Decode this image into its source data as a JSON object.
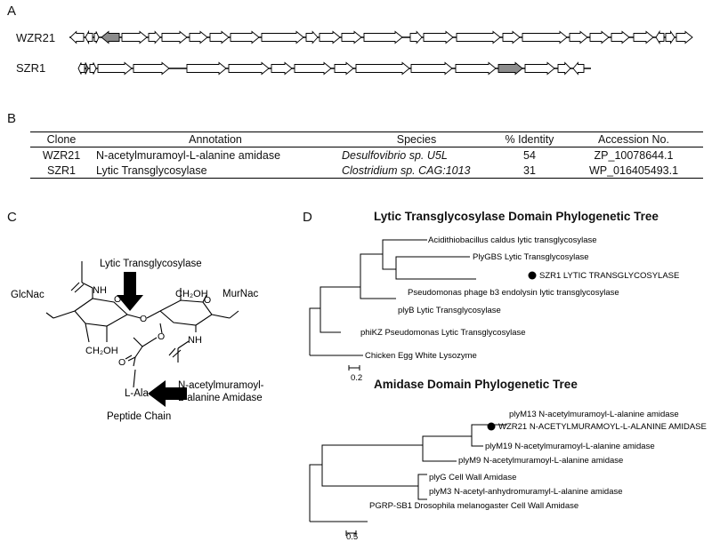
{
  "panels": {
    "a": "A",
    "b": "B",
    "c": "C",
    "d": "D"
  },
  "panel_a": {
    "clones": [
      {
        "label": "WZR21"
      },
      {
        "label": "SZR1"
      }
    ],
    "colors": {
      "highlight_gene": "#8c8c8c",
      "gene": "#ffffff",
      "stroke": "#000000"
    }
  },
  "panel_b": {
    "headers": [
      "Clone",
      "Annotation",
      "Species",
      "% Identity",
      "Accession No."
    ],
    "rows": [
      [
        "WZR21",
        "N-acetylmuramoyl-L-alanine amidase",
        "Desulfovibrio sp. U5L",
        "54",
        "ZP_10078644.1"
      ],
      [
        "SZR1",
        "Lytic Transglycosylase",
        "Clostridium sp. CAG:1013",
        "31",
        "WP_016405493.1"
      ]
    ]
  },
  "panel_c": {
    "lytic_label": "Lytic Transglycosylase",
    "amidase_label_1": "N-acetylmuramoyl-",
    "amidase_label_2": "L-alanine Amidase",
    "glcnac": "GlcNac",
    "murnac": "MurNac",
    "nh_left": "NH",
    "nh_right": "NH",
    "ch2oh_top": "CH₂OH",
    "ch2oh_bottom": "CH₂OH",
    "o_ring_left": "O",
    "o_glyco": "O",
    "o_ring_right": "O",
    "o_lactyl": "O",
    "o_carbonyl": "O",
    "l_ala": "L-Ala",
    "peptide": "Peptide Chain"
  },
  "panel_d": {
    "tree1": {
      "title": "Lytic Transglycosylase Domain Phylogenetic Tree",
      "leaves": [
        "Acidithiobacillus caldus lytic transglycosylase",
        "PlyGBS Lytic Transglycosylase",
        "SZR1 LYTIC TRANSGLYCOSYLASE",
        "Pseudomonas phage b3 endolysin lytic transglycosylase",
        "plyB Lytic Transglycosylase",
        "phiKZ Pseudomonas Lytic Transglycosylase",
        "Chicken Egg White Lysozyme"
      ],
      "scale": "0.2"
    },
    "tree2": {
      "title": "Amidase Domain Phylogenetic Tree",
      "leaves": [
        "plyM13 N-acetylmuramoyl-L-alanine amidase",
        "WZR21 N-ACETYLMURAMOYL-L-ALANINE AMIDASE",
        "plyM19 N-acetylmuramoyl-L-alanine amidase",
        "plyM9 N-acetylmuramoyl-L-alanine amidase",
        "plyG Cell Wall Amidase",
        "plyM3 N-acetyl-anhydromuramyl-L-alanine amidase",
        "PGRP-SB1 Drosophila melanogaster Cell Wall Amidase"
      ],
      "scale": "0.5"
    }
  }
}
